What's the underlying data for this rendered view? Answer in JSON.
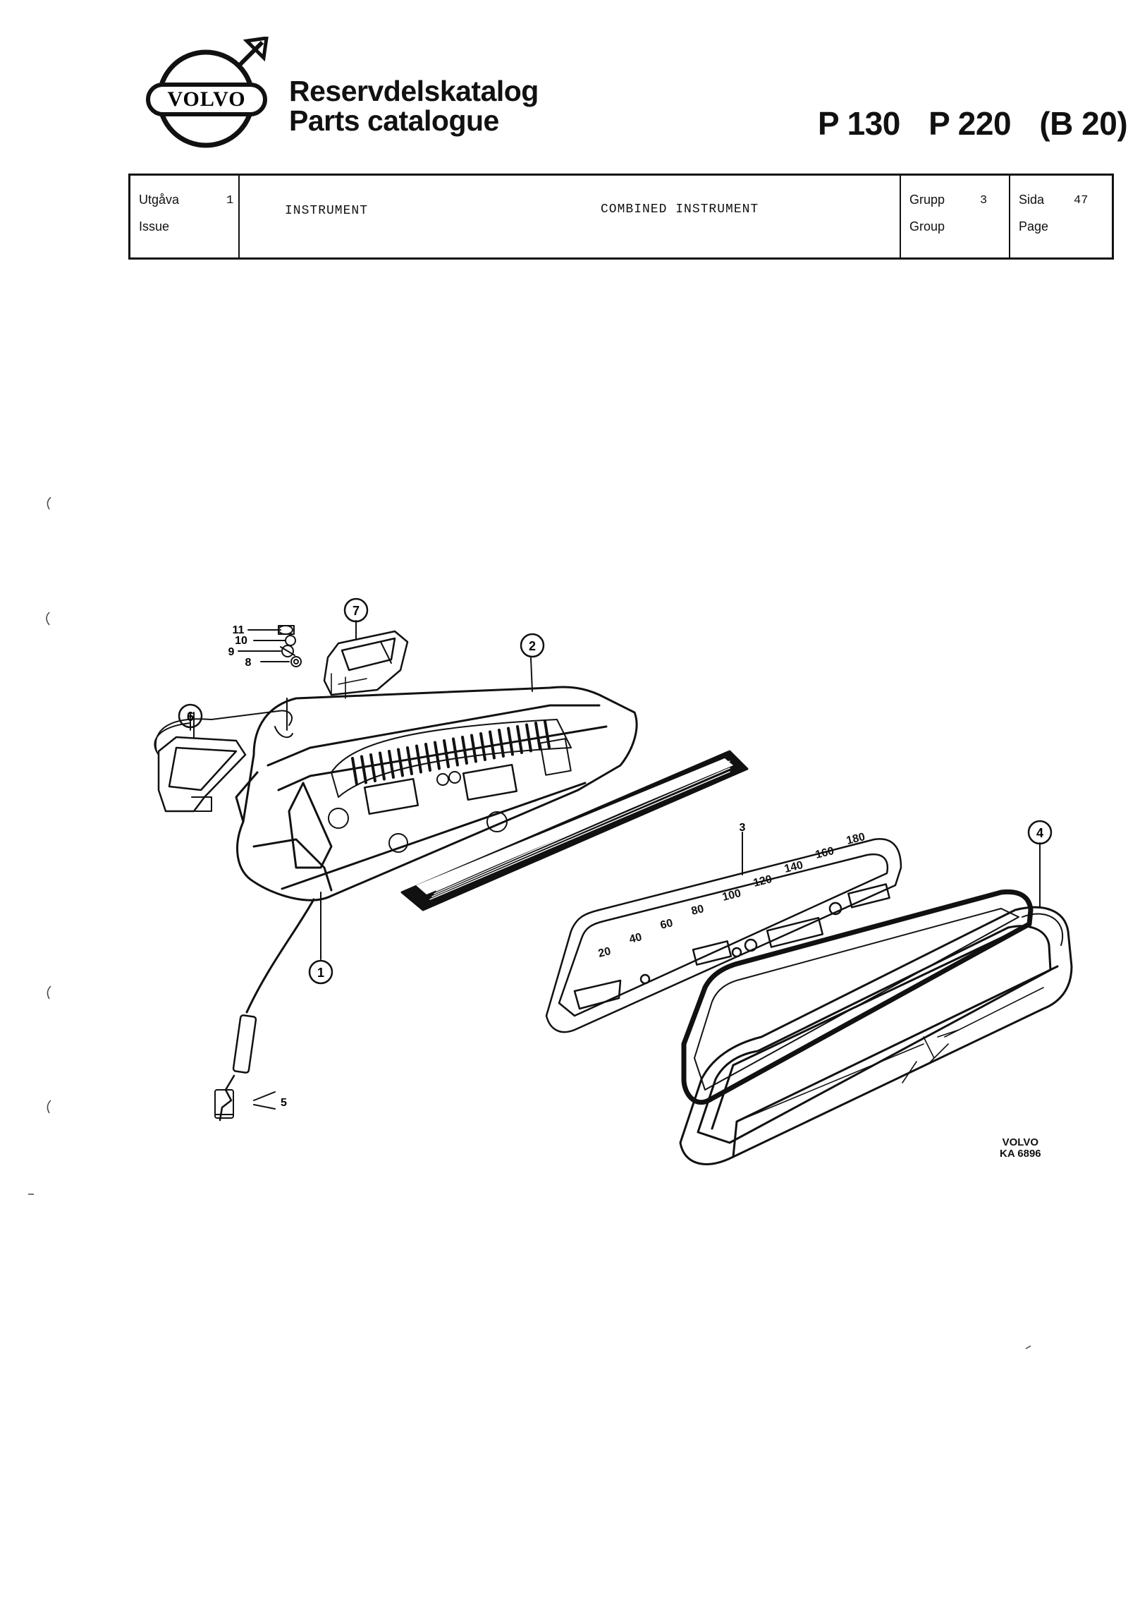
{
  "header": {
    "brand": "VOLVO",
    "title_sv": "Reservdelskatalog",
    "title_en": "Parts catalogue",
    "models": [
      "P 130",
      "P 220",
      "(B 20)"
    ]
  },
  "info": {
    "issue_label_sv": "Utgåva",
    "issue_label_en": "Issue",
    "issue_value": "1",
    "section_sv": "INSTRUMENT",
    "section_en": "COMBINED INSTRUMENT",
    "group_label_sv": "Grupp",
    "group_label_en": "Group",
    "group_value": "3",
    "page_label_sv": "Sida",
    "page_label_en": "Page",
    "page_value": "47"
  },
  "diagram": {
    "callouts": [
      "1",
      "2",
      "3",
      "4",
      "5",
      "6",
      "7",
      "8",
      "9",
      "10",
      "11"
    ],
    "speedo_scale": [
      "20",
      "40",
      "60",
      "80",
      "100",
      "120",
      "140",
      "160",
      "180"
    ],
    "figure_brand": "VOLVO",
    "figure_code": "KA 6896"
  }
}
